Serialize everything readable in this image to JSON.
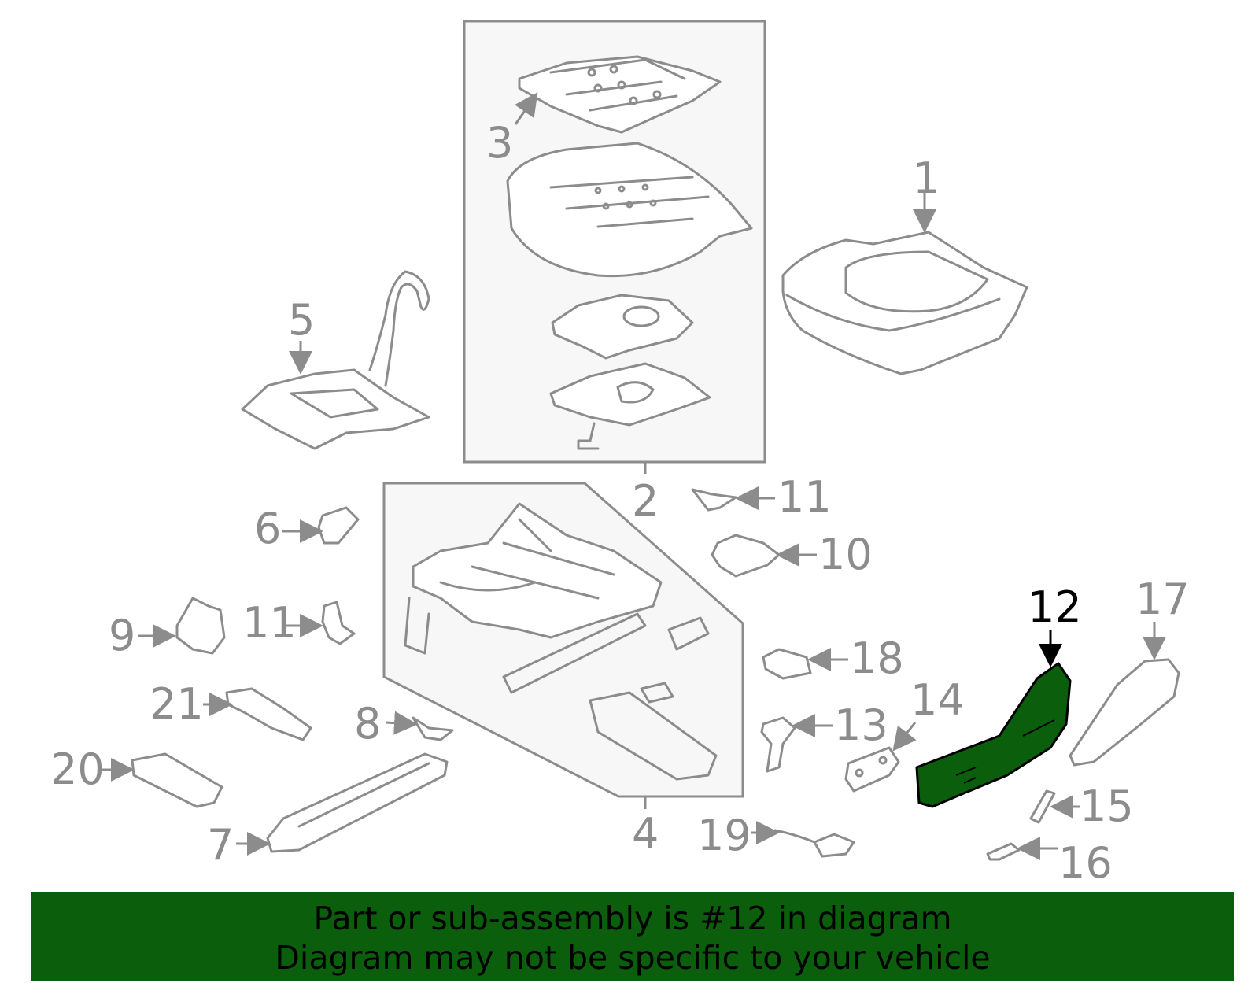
{
  "colors": {
    "line": "#8c8c8c",
    "highlight_fill": "#0b5e0b",
    "highlight_label": "#000000",
    "banner_bg": "#0b5e0b",
    "box_bg": "#f7f7f7"
  },
  "callouts": {
    "c1": "1",
    "c2": "2",
    "c3": "3",
    "c4": "4",
    "c5": "5",
    "c6": "6",
    "c7": "7",
    "c8": "8",
    "c9": "9",
    "c10": "10",
    "c11a": "11",
    "c11b": "11",
    "c12": "12",
    "c13": "13",
    "c14": "14",
    "c15": "15",
    "c16": "16",
    "c17": "17",
    "c18": "18",
    "c19": "19",
    "c20": "20",
    "c21": "21"
  },
  "banner": {
    "line1": "Part or sub-assembly is #12 in diagram",
    "line2": "Diagram may not be specific to your vehicle"
  }
}
